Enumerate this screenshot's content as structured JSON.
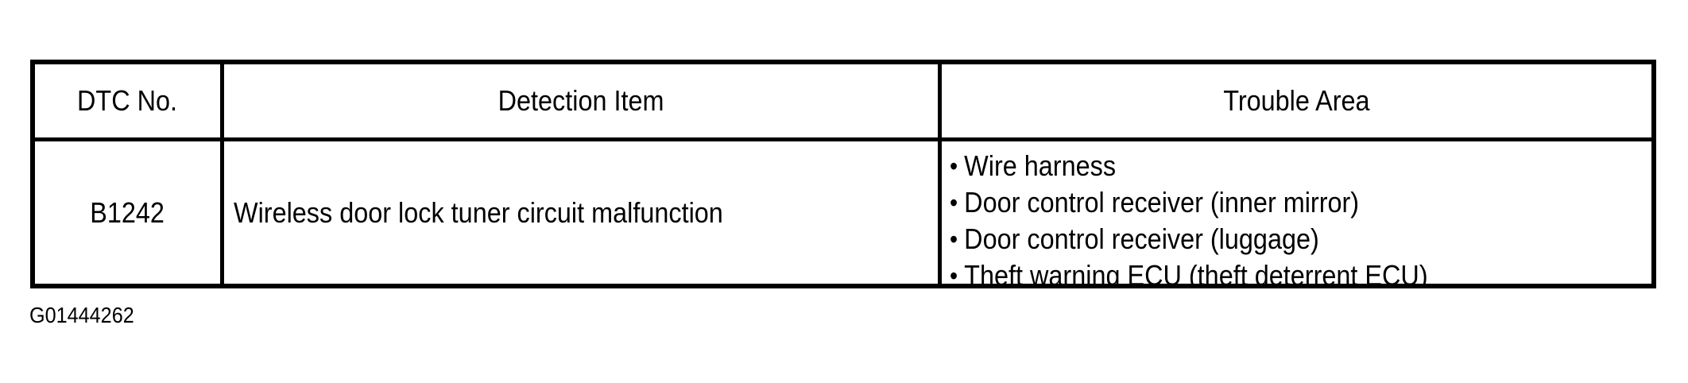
{
  "figure_label": "G01444262",
  "glyphs": {
    "bullet": "•"
  },
  "colors": {
    "ink": "#000000",
    "paper": "#ffffff"
  },
  "table": {
    "columns": [
      "DTC No.",
      "Detection Item",
      "Trouble Area"
    ],
    "row": {
      "dtc_no": "B1242",
      "detection_item": "Wireless door lock tuner circuit malfunction",
      "trouble_areas": [
        "Wire harness",
        "Door control receiver (inner mirror)",
        "Door control receiver (luggage)",
        "Theft warning ECU (theft deterrent ECU)"
      ]
    }
  }
}
